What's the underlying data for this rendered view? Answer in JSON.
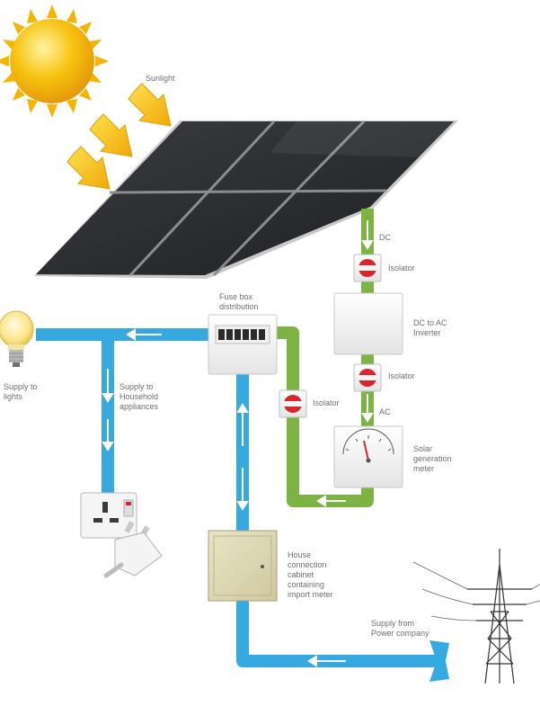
{
  "labels": {
    "sunlight": "Sunlight",
    "dc": "DC",
    "isolator_top": "Isolator",
    "inverter": "DC to AC\nInverter",
    "isolator_mid": "Isolator",
    "ac": "AC",
    "solar_meter": "Solar\ngeneration\nmeter",
    "fuse_box": "Fuse box\ndistribution",
    "isolator_left": "Isolator",
    "supply_lights": "Supply to\nlights",
    "supply_household": "Supply to\nHousehold\nappliances",
    "house_cabinet": "House\nconnection\ncabinet\ncontaining\nimport meter",
    "supply_power_company": "Supply from\nPower company"
  },
  "colors": {
    "blue_pipe": "#35a9e0",
    "green_pipe": "#7cb342",
    "sun": "#f7c20e",
    "panel": "#2b2d30",
    "isolator_knob": "#d9262c",
    "cabinet": "#ddd7b4"
  },
  "icons": [
    "sun-icon",
    "sunlight-arrow-icon",
    "solar-panel-icon",
    "lightbulb-icon",
    "wall-socket-icon",
    "plug-icon",
    "pylon-icon",
    "isolator-switch-icon",
    "meter-dial-icon"
  ]
}
